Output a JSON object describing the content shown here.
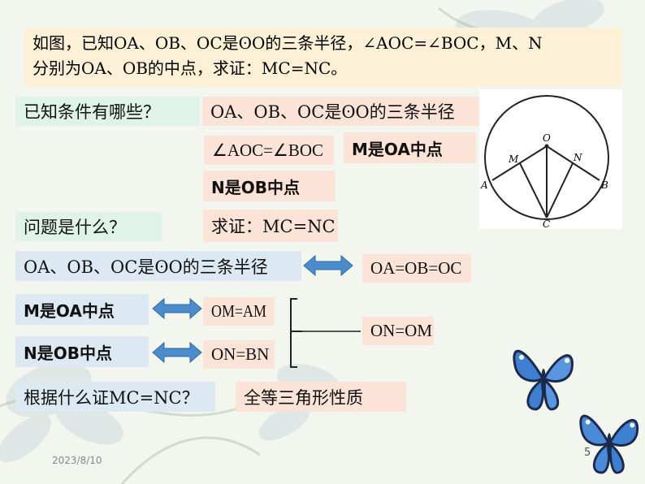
{
  "problem": {
    "line1": "如图，已知OA、OB、OC是ʘO的三条半径，∠AOC=∠BOC，M、N",
    "line2": "分别为OA、OB的中点，求证：MC=NC。"
  },
  "q_known": "已知条件有哪些？",
  "known": {
    "radii": "OA、OB、OC是ʘO的三条半径",
    "angle": "∠AOC=∠BOC",
    "m_mid": "M是OA中点",
    "n_mid": "N是OB中点"
  },
  "q_problem": "问题是什么？",
  "prove": "求证：MC=NC",
  "analysis": {
    "radii": "OA、OB、OC是ʘO的三条半径",
    "radii_result": "OA=OB=OC",
    "m_mid": "M是OA中点",
    "om_am": "OM=AM",
    "n_mid": "N是OB中点",
    "on_bn": "ON=BN",
    "on_om": "ON=OM"
  },
  "q_basis": "根据什么证MC=NC？",
  "basis": "全等三角形性质",
  "diagram": {
    "labels": [
      "O",
      "M",
      "N",
      "A",
      "B",
      "C"
    ]
  },
  "footer": {
    "date": "2023/8/10",
    "page": "5"
  },
  "colors": {
    "cream": "#fcf0d6",
    "peach": "#fbe3d8",
    "blue": "#dde9f2",
    "mint": "#dff3ea",
    "arrow": "#4a8ccc"
  }
}
